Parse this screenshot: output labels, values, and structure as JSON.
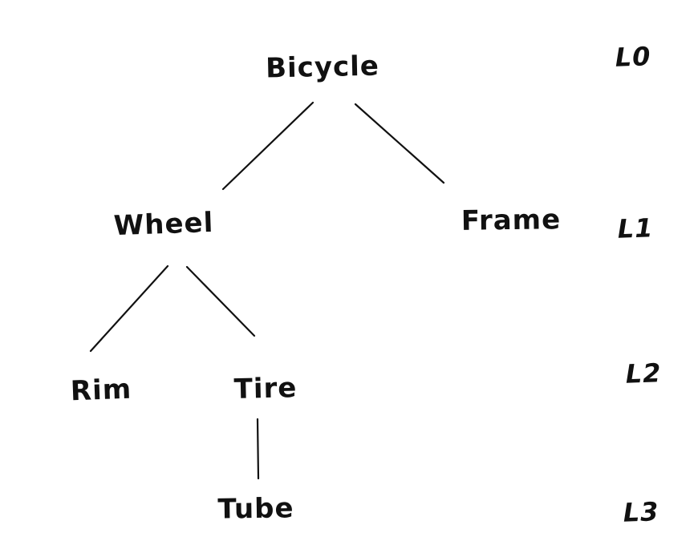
{
  "diagram": {
    "type": "tree",
    "description": "Hand-drawn component hierarchy tree of a bicycle with depth levels labeled on the right",
    "colors": {
      "ink": "#111111",
      "background": "#ffffff"
    },
    "nodes": [
      {
        "id": "bicycle",
        "label": "Bicycle",
        "level": "L0",
        "parent": null
      },
      {
        "id": "wheel",
        "label": "Wheel",
        "level": "L1",
        "parent": "bicycle"
      },
      {
        "id": "frame",
        "label": "Frame",
        "level": "L1",
        "parent": "bicycle"
      },
      {
        "id": "rim",
        "label": "Rim",
        "level": "L2",
        "parent": "wheel"
      },
      {
        "id": "tire",
        "label": "Tire",
        "level": "L2",
        "parent": "wheel"
      },
      {
        "id": "tube",
        "label": "Tube",
        "level": "L3",
        "parent": "tire"
      }
    ],
    "edges": [
      {
        "from": "bicycle",
        "to": "wheel"
      },
      {
        "from": "bicycle",
        "to": "frame"
      },
      {
        "from": "wheel",
        "to": "rim"
      },
      {
        "from": "wheel",
        "to": "tire"
      },
      {
        "from": "tire",
        "to": "tube"
      }
    ],
    "level_labels": [
      {
        "label": "L0"
      },
      {
        "label": "L1"
      },
      {
        "label": "L2"
      },
      {
        "label": "L3"
      }
    ]
  }
}
